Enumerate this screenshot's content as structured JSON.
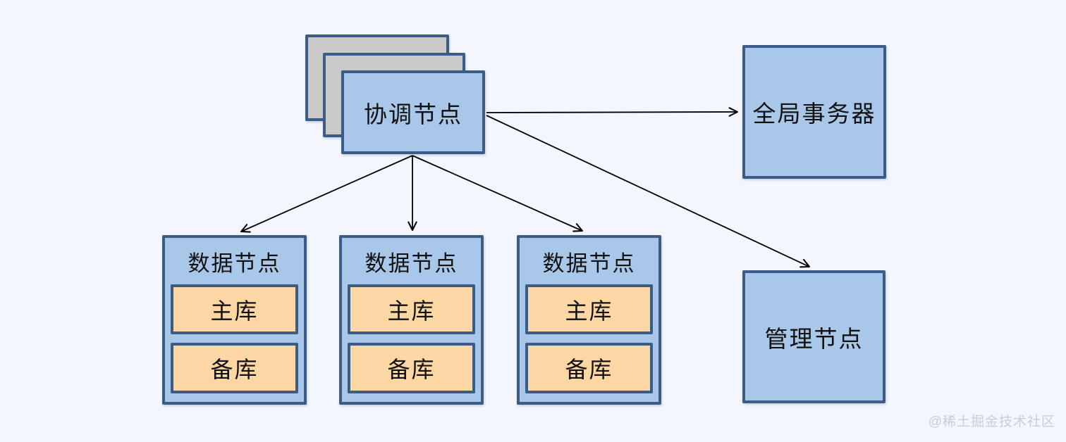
{
  "nodes": {
    "coordinator": "协调节点",
    "global_transaction_manager": "全局事务器",
    "management_node": "管理节点",
    "data_nodes": [
      {
        "title": "数据节点",
        "primary": "主库",
        "standby": "备库"
      },
      {
        "title": "数据节点",
        "primary": "主库",
        "standby": "备库"
      },
      {
        "title": "数据节点",
        "primary": "主库",
        "standby": "备库"
      }
    ]
  },
  "edges": [
    {
      "from": "协调节点",
      "to": "全局事务器"
    },
    {
      "from": "协调节点",
      "to": "管理节点"
    },
    {
      "from": "协调节点",
      "to": "数据节点 1"
    },
    {
      "from": "协调节点",
      "to": "数据节点 2"
    },
    {
      "from": "协调节点",
      "to": "数据节点 3"
    }
  ],
  "watermark": "@稀土掘金技术社区",
  "colors": {
    "background": "#f3f6fc",
    "node_fill": "#a9c7e9",
    "node_border": "#3b5c86",
    "stack_fill": "#cbcac8",
    "db_fill": "#fcd7a4",
    "arrow": "#000000",
    "watermark": "#c8cdd6"
  }
}
